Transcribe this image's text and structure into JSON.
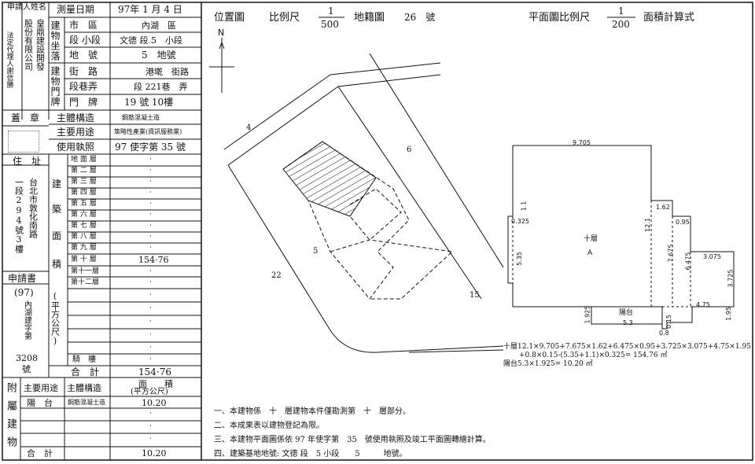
{
  "applicant": {
    "label": "申請人姓名",
    "name_col1": "皇鼎建設開發",
    "name_col2": "股份有限公司",
    "rep_col": "法定代理人謝信勝"
  },
  "survey": {
    "label": "測量日期",
    "date": "97年 1 月 4 日"
  },
  "location": {
    "label": "建物坐落",
    "rows": [
      {
        "key": "市　區",
        "value": "內湖　區"
      },
      {
        "key": "段 小段",
        "value": "文德 段 5　小段"
      },
      {
        "key": "地　號",
        "value": "5　地號"
      }
    ]
  },
  "doorplate": {
    "label": "建物門牌",
    "rows": [
      {
        "key": "街　路",
        "value": "港墘　街路"
      },
      {
        "key": "段巷弄",
        "value": "段 221巷　弄"
      },
      {
        "key": "門　牌",
        "value": "19 號 10樓"
      }
    ]
  },
  "seal": {
    "label": "蓋　章"
  },
  "structure": {
    "label": "主體構造",
    "value": "鋼筋混凝土造"
  },
  "main_use": {
    "label": "主要用途",
    "value": "策略性產業(資訊服務業)"
  },
  "license": {
    "label": "使用執照",
    "value": "97 使字第 35 號"
  },
  "address": {
    "label": "住　址",
    "col1": "一段294號3樓",
    "col2": "台北市敦化南路"
  },
  "application": {
    "label": "申請書",
    "number": "(97)",
    "col": "內湖建字第",
    "num": "3208",
    "suffix": "號"
  },
  "area_section": {
    "label_building": "建",
    "label_build2": "築",
    "label_mian": "面",
    "label_ji": "積",
    "unit": "(平方公尺)",
    "floors": [
      {
        "floor": "地 面 層",
        "area": "·"
      },
      {
        "floor": "第 二 層",
        "area": "·"
      },
      {
        "floor": "第 三 層",
        "area": "·"
      },
      {
        "floor": "第 四 層",
        "area": "·"
      },
      {
        "floor": "第 五 層",
        "area": "·"
      },
      {
        "floor": "第 六 層",
        "area": "·"
      },
      {
        "floor": "第 七 層",
        "area": "·"
      },
      {
        "floor": "第 八 層",
        "area": "·"
      },
      {
        "floor": "第 九 層",
        "area": "·"
      },
      {
        "floor": "第 十 層",
        "area": "154·76"
      },
      {
        "floor": "第十一層",
        "area": "·"
      },
      {
        "floor": "第十二層",
        "area": "·"
      }
    ],
    "extra_rows": [
      "·",
      "·",
      "·",
      "·",
      "·"
    ],
    "arcade_label": "騎　樓",
    "arcade_value": "·",
    "total_label": "合　計",
    "total_value": "154·76"
  },
  "annex": {
    "label": "附屬建物",
    "col_use": "主要用途",
    "col_struct": "主體構造",
    "col_area": "面　　積",
    "col_area_unit": "(平方公尺)",
    "rows": [
      {
        "use": "陽　台",
        "struct": "鋼筋混凝土造",
        "area": "10.20"
      },
      {
        "use": "",
        "struct": "",
        "area": "·"
      },
      {
        "use": "",
        "struct": "",
        "area": "·"
      },
      {
        "use": "",
        "struct": "",
        "area": "·"
      }
    ],
    "total_label": "合　計",
    "total_value": "10.20"
  },
  "position_map": {
    "title": "位置圖",
    "scale_label": "比例尺",
    "scale_num": "1",
    "scale_den": "500",
    "cadastral_label": "地籍圖",
    "cadastral_no": "26　號",
    "north": "N",
    "parcels": [
      "4",
      "6",
      "5",
      "22",
      "15"
    ]
  },
  "floor_plan": {
    "title": "平面圖比例尺",
    "scale_num": "1",
    "scale_den": "200",
    "calc_label": "面積計算式",
    "dims": {
      "top": "9.705",
      "left_small": "1.1",
      "left_325": "0.325",
      "left_main": "5.35",
      "step_top": "1.62",
      "d121": "12.1",
      "d095": "0.95",
      "d7675": "7.675",
      "d6475": "6.475",
      "d3075": "3.075",
      "d3725": "3.725",
      "d475": "4.75",
      "d1925": "1.925",
      "d53": "5.3",
      "d015": "0.15",
      "d08": "0.8",
      "d195": "1.95"
    },
    "room_label": "十層",
    "room_code": "A",
    "balcony_label": "陽台",
    "formula_1": "十層12.1×9.705+7.675×1.62+6.475×0.95+3.725×3.075+4.75×1.95",
    "formula_2": "+0.8×0.15-(5.35+1.1)×0.325=  154.76 ㎡",
    "formula_3": "陽台5.3×1.925=  10.20 ㎡"
  },
  "notes": [
    "一、本建物係　十　層建物本件僅勘測第　十　層部分。",
    "二、本成果表以建物登記為限。",
    "三、本建物平面圖係依 97 年使字第　35　號使用執照及竣工平面圖轉繪計算。",
    "四、建築基地地號: 文德 段　5 小段　　5　　　地號。"
  ]
}
